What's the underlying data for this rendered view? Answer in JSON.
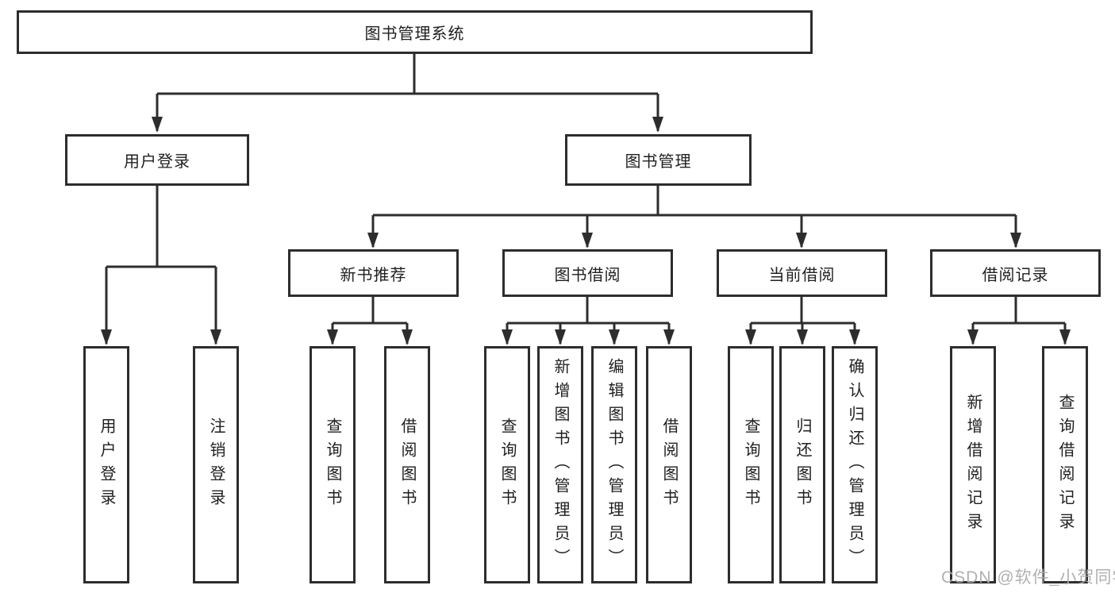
{
  "colors": {
    "background": "#ffffff",
    "box_fill": "#ffffff",
    "box_border": "#2d2d2d",
    "line": "#2d2d2d",
    "text": "#1f1f1f",
    "watermark": "#acacac"
  },
  "tree": {
    "root": {
      "label": "图书管理系统",
      "children": [
        {
          "label": "用户登录",
          "children": [
            {
              "label": "用户登录"
            },
            {
              "label": "注销登录"
            }
          ]
        },
        {
          "label": "图书管理",
          "children": [
            {
              "label": "新书推荐",
              "children": [
                {
                  "label": "查询图书"
                },
                {
                  "label": "借阅图书"
                }
              ]
            },
            {
              "label": "图书借阅",
              "children": [
                {
                  "label": "查询图书"
                },
                {
                  "label": "新增图书（管理员）"
                },
                {
                  "label": "编辑图书（管理员）"
                },
                {
                  "label": "借阅图书"
                }
              ]
            },
            {
              "label": "当前借阅",
              "children": [
                {
                  "label": "查询图书"
                },
                {
                  "label": "归还图书"
                },
                {
                  "label": "确认归还（管理员）"
                }
              ]
            },
            {
              "label": "借阅记录",
              "children": [
                {
                  "label": "新增借阅记录"
                },
                {
                  "label": "查询借阅记录"
                }
              ]
            }
          ]
        }
      ]
    }
  },
  "watermark": "CSDN @软件_小贺同学"
}
